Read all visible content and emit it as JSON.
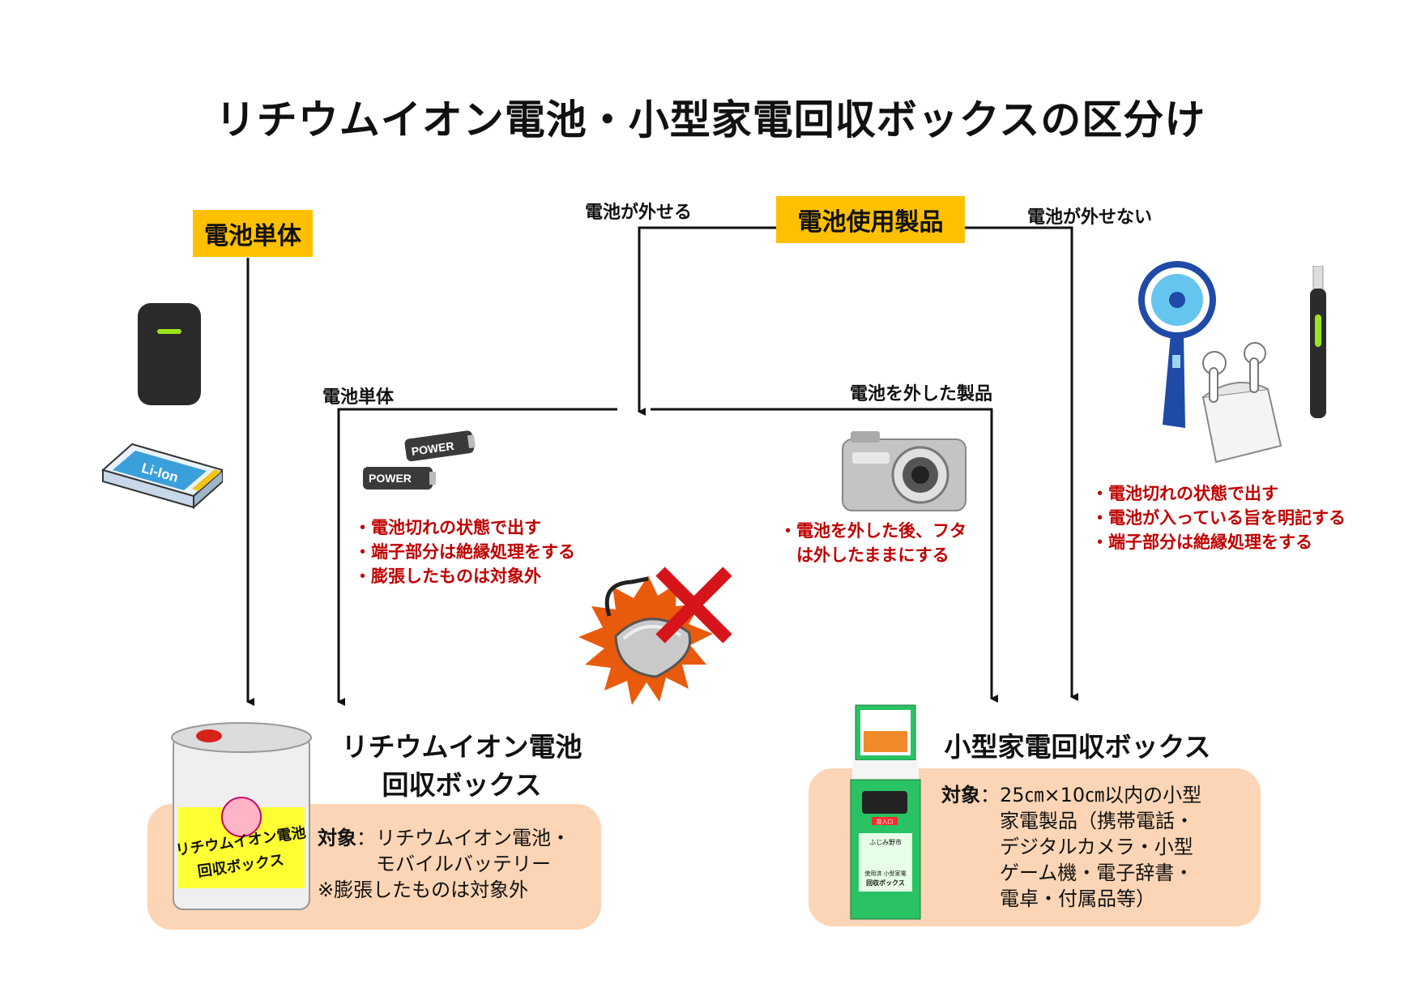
{
  "title": "リチウムイオン電池・小型家電回収ボックスの区分け",
  "labels": {
    "battery_single": "電池単体",
    "battery_product": "電池使用製品",
    "removable": "電池が外せる",
    "not_removable": "電池が外せない",
    "single_branch": "電池単体",
    "removed_product": "電池を外した製品"
  },
  "illustrations": {
    "li_ion_label": "Li-Ion",
    "power_label": "POWER"
  },
  "notes": {
    "single": [
      "・電池切れの状態で出す",
      "・端子部分は絶縁処理をする",
      "・膨張したものは対象外"
    ],
    "removed": [
      "・電池を外した後、フタ",
      "　は外したままにする"
    ],
    "product": [
      "・電池切れの状態で出す",
      "・電池が入っている旨を明記する",
      "・端子部分は絶縁処理をする"
    ]
  },
  "boxes": {
    "lithium": {
      "title_lines": [
        "リチウムイオン電池",
        "回収ボックス"
      ],
      "target_label": "対象",
      "target_lines": [
        "リチウムイオン電池・",
        "モバイルバッテリー"
      ],
      "note": "※膨張したものは対象外",
      "can_lines": [
        "リチウムイオン電池",
        "回収ボックス"
      ]
    },
    "appliance": {
      "title": "小型家電回収ボックス",
      "target_label": "対象",
      "target_lines": [
        "25㎝×10㎝以内の小型",
        "家電製品（携帯電話・",
        "デジタルカメラ・小型",
        "ゲーム機・電子辞書・",
        "電卓・付属品等）"
      ],
      "machine_lines": [
        "ふじみ野市",
        "使用済 小型家電",
        "回収ボックス"
      ],
      "slot_label": "投入口"
    }
  },
  "colors": {
    "highlight": "#ffc000",
    "note_red": "#c00000",
    "panel": "#fbd5b5"
  }
}
